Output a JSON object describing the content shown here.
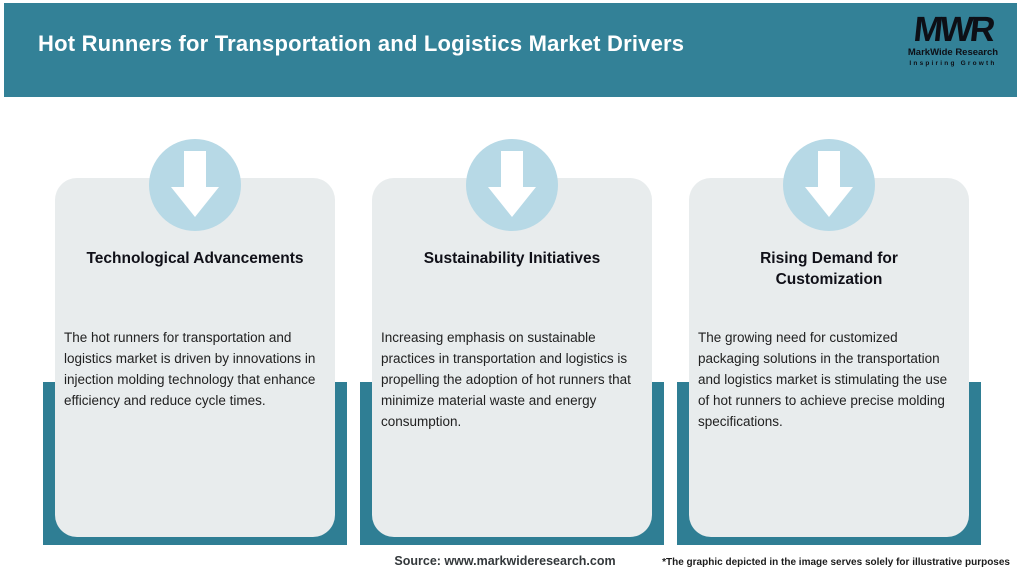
{
  "header": {
    "title": "Hot Runners for Transportation and Logistics Market Drivers",
    "logo": {
      "monogram": "MWR",
      "name": "MarkWide Research",
      "tagline": "Inspiring Growth"
    }
  },
  "cards": [
    {
      "icon": "down-arrow-icon",
      "title": "Technological Advancements",
      "description": "The hot runners for transportation and logistics market is driven by innovations in injection molding technology that enhance efficiency and reduce cycle times."
    },
    {
      "icon": "down-arrow-icon",
      "title": "Sustainability Initiatives",
      "description": "Increasing emphasis on sustainable practices in transportation and logistics is propelling the adoption of hot runners that minimize material waste and energy consumption."
    },
    {
      "icon": "down-arrow-icon",
      "title": "Rising Demand for Customization",
      "description": "The growing need for customized packaging solutions in the transportation and logistics market is stimulating the use of hot runners to achieve precise molding specifications."
    }
  ],
  "footer": {
    "source": "Source: www.markwideresearch.com",
    "disclaimer": "*The graphic depicted in the image serves solely for illustrative purposes"
  },
  "colors": {
    "header_teal": "#338197",
    "frame_teal": "#2f7e94",
    "card_bg": "#e8eced",
    "circle_blue": "#b7d9e6",
    "title_text": "#ffffff",
    "body_text": "#212121"
  }
}
